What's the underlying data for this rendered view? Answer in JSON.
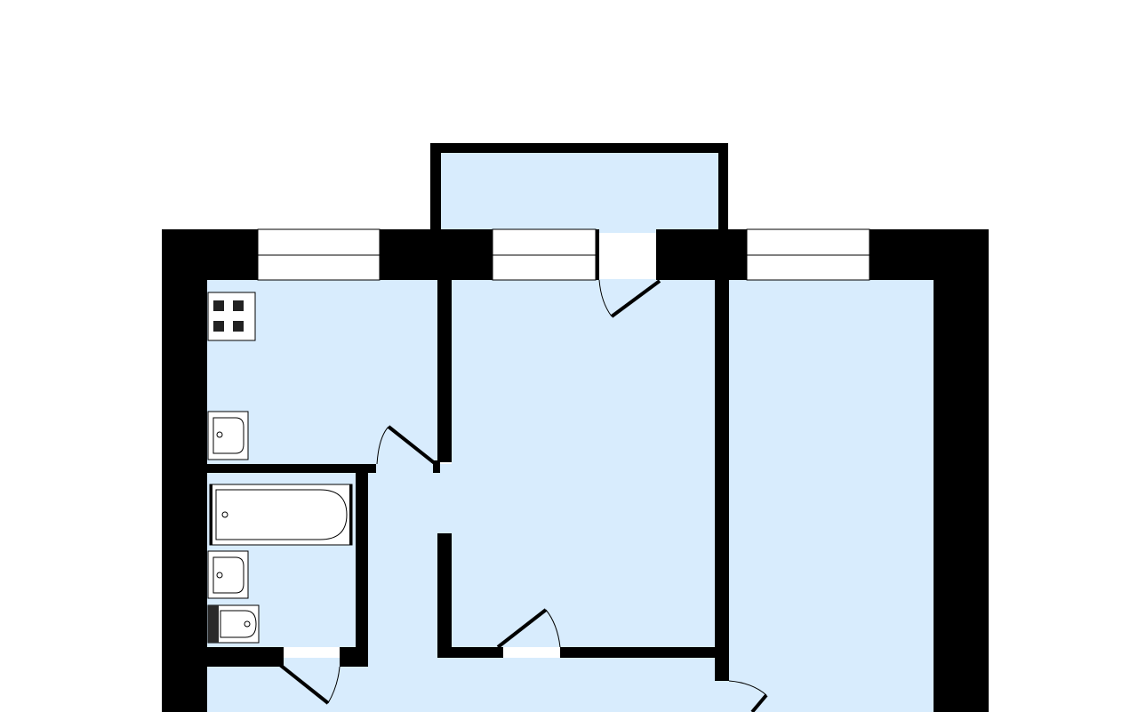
{
  "plan": {
    "rooms": [
      {
        "id": "balcony"
      },
      {
        "id": "kitchen"
      },
      {
        "id": "room-middle"
      },
      {
        "id": "room-right"
      },
      {
        "id": "bathroom"
      },
      {
        "id": "hallway"
      }
    ],
    "fixtures": [
      "stove-icon",
      "kitchen-sink-icon",
      "bathtub-icon",
      "bathroom-sink-icon",
      "toilet-icon"
    ],
    "colors": {
      "floor": "#d8ecfd",
      "wall": "#000000",
      "window": "#ffffff",
      "background": "#ffffff"
    }
  }
}
